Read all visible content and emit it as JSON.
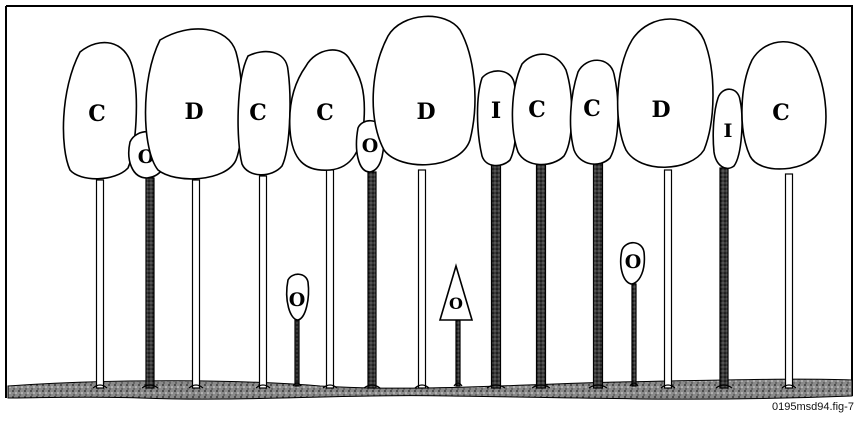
{
  "figure_id": "0195msd94.fig-7",
  "trees": [
    {
      "label": "C",
      "stem": "light",
      "crown": "large"
    },
    {
      "label": "O",
      "stem": "dark",
      "crown": "small"
    },
    {
      "label": "D",
      "stem": "light",
      "crown": "large"
    },
    {
      "label": "C",
      "stem": "light",
      "crown": "medium"
    },
    {
      "label": "O",
      "stem": "dark",
      "crown": "small"
    },
    {
      "label": "C",
      "stem": "light",
      "crown": "large"
    },
    {
      "label": "O",
      "stem": "dark",
      "crown": "small"
    },
    {
      "label": "D",
      "stem": "light",
      "crown": "large"
    },
    {
      "label": "O",
      "stem": "dark",
      "crown": "triangle"
    },
    {
      "label": "I",
      "stem": "dark",
      "crown": "medium"
    },
    {
      "label": "C",
      "stem": "dark",
      "crown": "medium"
    },
    {
      "label": "C",
      "stem": "dark",
      "crown": "medium"
    },
    {
      "label": "O",
      "stem": "dark",
      "crown": "small"
    },
    {
      "label": "D",
      "stem": "light",
      "crown": "large"
    },
    {
      "label": "I",
      "stem": "dark",
      "crown": "small"
    },
    {
      "label": "C",
      "stem": "light",
      "crown": "large"
    }
  ],
  "colors": {
    "line": "#000000",
    "crown_fill": "#ffffff",
    "ground": "#6e6e6e"
  }
}
